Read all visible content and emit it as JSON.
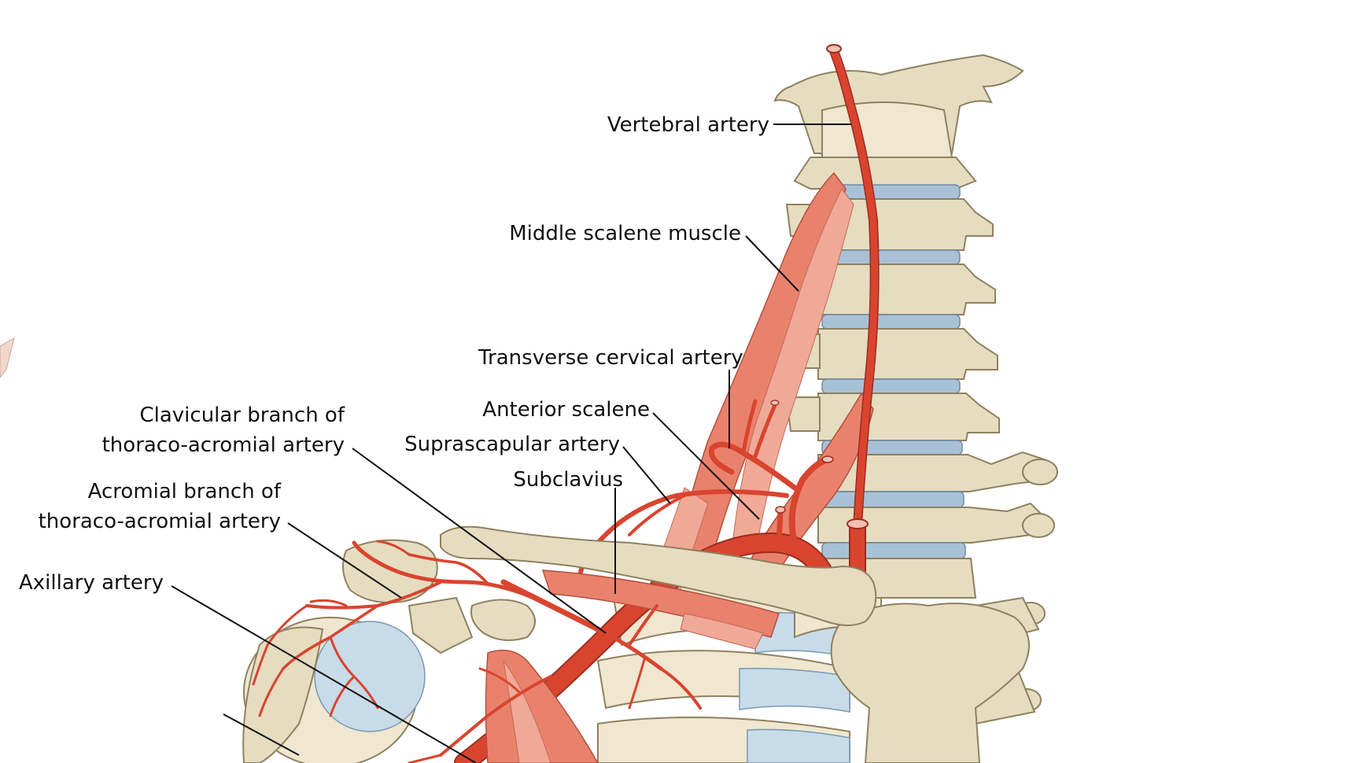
{
  "labels": {
    "vertebral_artery": "Vertebral artery",
    "middle_scalene": "Middle scalene muscle",
    "transverse_cervical": "Transverse cervical artery",
    "anterior_scalene": "Anterior scalene",
    "clavicular_branch_1": "Clavicular branch of",
    "clavicular_branch_2": "thoraco-acromial artery",
    "suprascapular": "Suprascapular artery",
    "subclavius": "Subclavius",
    "acromial_branch_1": "Acromial branch of",
    "acromial_branch_2": "thoraco-acromial artery",
    "axillary": "Axillary artery"
  },
  "colors": {
    "artery": "#d9442f",
    "muscle": "#e9826c",
    "bone": "#e6dcc0",
    "cartilage": "#c8dbe9"
  }
}
